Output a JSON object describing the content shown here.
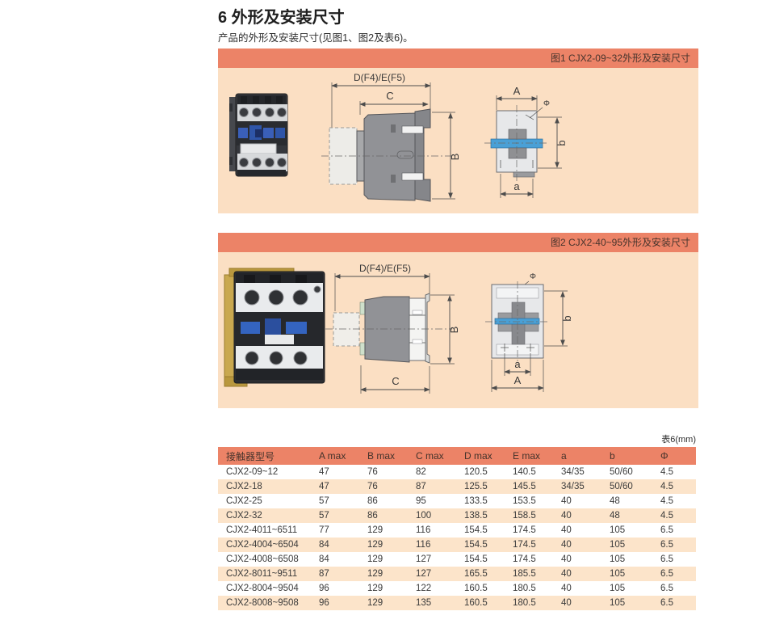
{
  "page": {
    "title": "6 外形及安装尺寸",
    "subtitle": "产品的外形及安装尺寸(见图1、图2及表6)。"
  },
  "figure1": {
    "caption": "图1 CJX2-09~32外形及安装尺寸",
    "dims": {
      "de": "D(F4)/E(F5)",
      "C": "C",
      "B": "B",
      "A": "A",
      "phi": "Φ",
      "b": "b",
      "a": "a"
    }
  },
  "figure2": {
    "caption": "图2 CJX2-40~95外形及安装尺寸",
    "dims": {
      "de": "D(F4)/E(F5)",
      "C": "C",
      "B": "B",
      "A": "A",
      "phi": "Φ",
      "b": "b",
      "a": "a"
    }
  },
  "table": {
    "unit_label": "表6(mm)",
    "columns": [
      "接触器型号",
      "A max",
      "B max",
      "C max",
      "D max",
      "E max",
      "a",
      "b",
      "Φ"
    ],
    "rows": [
      [
        "CJX2-09~12",
        "47",
        "76",
        "82",
        "120.5",
        "140.5",
        "34/35",
        "50/60",
        "4.5"
      ],
      [
        "CJX2-18",
        "47",
        "76",
        "87",
        "125.5",
        "145.5",
        "34/35",
        "50/60",
        "4.5"
      ],
      [
        "CJX2-25",
        "57",
        "86",
        "95",
        "133.5",
        "153.5",
        "40",
        "48",
        "4.5"
      ],
      [
        "CJX2-32",
        "57",
        "86",
        "100",
        "138.5",
        "158.5",
        "40",
        "48",
        "4.5"
      ],
      [
        "CJX2-4011~6511",
        "77",
        "129",
        "116",
        "154.5",
        "174.5",
        "40",
        "105",
        "6.5"
      ],
      [
        "CJX2-4004~6504",
        "84",
        "129",
        "116",
        "154.5",
        "174.5",
        "40",
        "105",
        "6.5"
      ],
      [
        "CJX2-4008~6508",
        "84",
        "129",
        "127",
        "154.5",
        "174.5",
        "40",
        "105",
        "6.5"
      ],
      [
        "CJX2-8011~9511",
        "87",
        "129",
        "127",
        "165.5",
        "185.5",
        "40",
        "105",
        "6.5"
      ],
      [
        "CJX2-8004~9504",
        "96",
        "129",
        "122",
        "160.5",
        "180.5",
        "40",
        "105",
        "6.5"
      ],
      [
        "CJX2-8008~9508",
        "96",
        "129",
        "135",
        "160.5",
        "180.5",
        "40",
        "105",
        "6.5"
      ]
    ]
  },
  "colors": {
    "accent": "#ec8367",
    "panel_bg": "#fbdfc3",
    "row_alt": "#fce4ca",
    "drawing_blue": "#4aa0d6"
  }
}
